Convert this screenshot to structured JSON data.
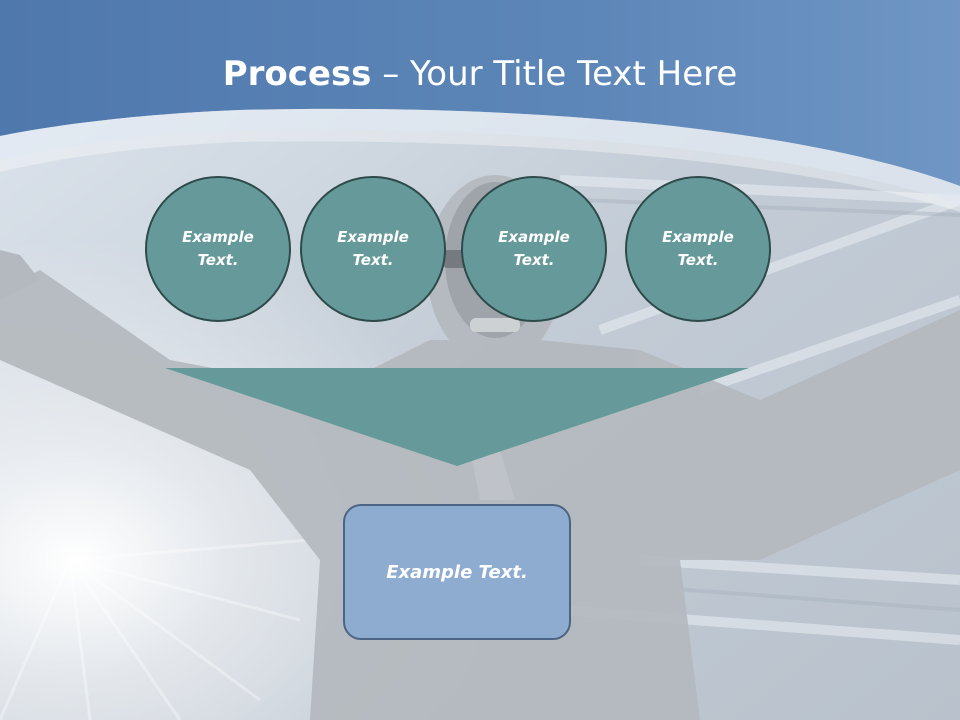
{
  "slide": {
    "title_bold": "Process",
    "title_rest": " – Your Title Text Here"
  },
  "process": {
    "steps": [
      {
        "label": "Example Text."
      },
      {
        "label": "Example Text."
      },
      {
        "label": "Example Text."
      },
      {
        "label": "Example Text."
      }
    ],
    "result": {
      "label": "Example Text."
    }
  },
  "colors": {
    "header_blue": "#5b83b5",
    "step_fill": "#669999",
    "step_border": "#2e4a4a",
    "result_fill": "#8eabd0",
    "result_border": "#4c6585"
  }
}
